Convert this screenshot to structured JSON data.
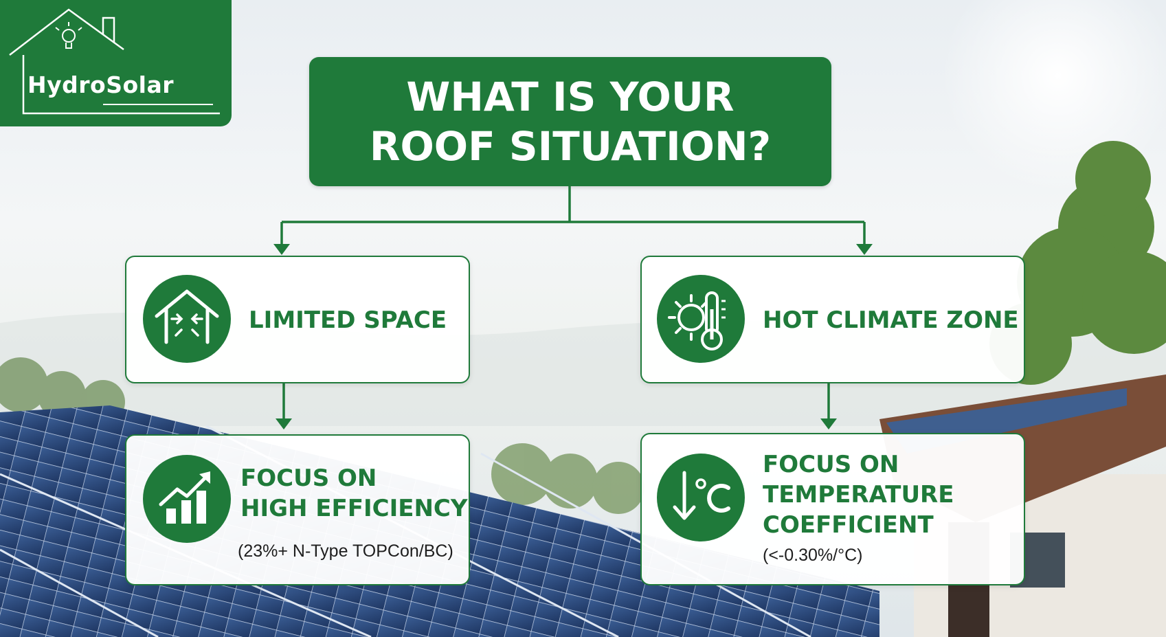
{
  "brand": {
    "name": "HydroSolar"
  },
  "title": "WHAT IS YOUR\nROOF SITUATION?",
  "colors": {
    "brand_green": "#1f7a3a",
    "card_bg": "#ffffff",
    "panel_blue": "#2c4a7c"
  },
  "branches": [
    {
      "condition": {
        "label": "LIMITED SPACE",
        "icon": "house-compress-icon"
      },
      "recommendation": {
        "label": "FOCUS ON\nHIGH EFFICIENCY",
        "note": "(23%+ N-Type TOPCon/BC)",
        "icon": "growth-chart-icon"
      }
    },
    {
      "condition": {
        "label": "HOT CLIMATE ZONE",
        "icon": "sun-thermometer-icon"
      },
      "recommendation": {
        "label": "FOCUS ON\nTEMPERATURE\nCOEFFICIENT",
        "note": "(<-0.30%/°C)",
        "icon": "temperature-down-icon"
      }
    }
  ]
}
